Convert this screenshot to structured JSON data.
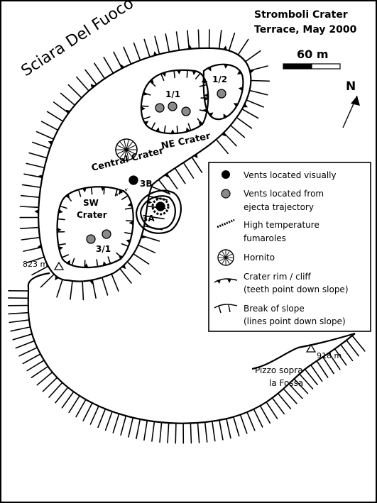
{
  "map": {
    "title_line1": "Stromboli Crater",
    "title_line2": "Terrace, May 2000",
    "scale_label": "60 m",
    "north_label": "N",
    "region_label": "Sciara Del Fuoco",
    "ne_crater_label": "NE Crater",
    "central_crater_label": "Central Crater",
    "sw_crater_label_line1": "SW",
    "sw_crater_label_line2": "Crater",
    "vent_labels": {
      "v11": "1/1",
      "v12": "1/2",
      "v3b": "3B",
      "v3a": "3A",
      "v31": "3/1"
    },
    "summits": {
      "west_elev": "823 m",
      "east_elev": "918 m",
      "east_name_line1": "Pizzo sopra",
      "east_name_line2": "la Fossa"
    }
  },
  "legend": {
    "items": [
      {
        "icon": "black-dot-icon",
        "line1": "Vents located visually",
        "line2": ""
      },
      {
        "icon": "gray-dot-icon",
        "line1": "Vents located from",
        "line2": "ejecta trajectory"
      },
      {
        "icon": "fumarole-icon",
        "line1": "High temperature",
        "line2": "fumaroles"
      },
      {
        "icon": "hornito-icon",
        "line1": "Hornito",
        "line2": ""
      },
      {
        "icon": "crater-rim-icon",
        "line1": "Crater rim / cliff",
        "line2": "(teeth point down slope)"
      },
      {
        "icon": "break-of-slope-icon",
        "line1": "Break of slope",
        "line2": "(lines point down slope)"
      }
    ]
  },
  "colors": {
    "ink": "#000000",
    "vent_gray": "#8a8a8a",
    "paper": "#ffffff"
  }
}
